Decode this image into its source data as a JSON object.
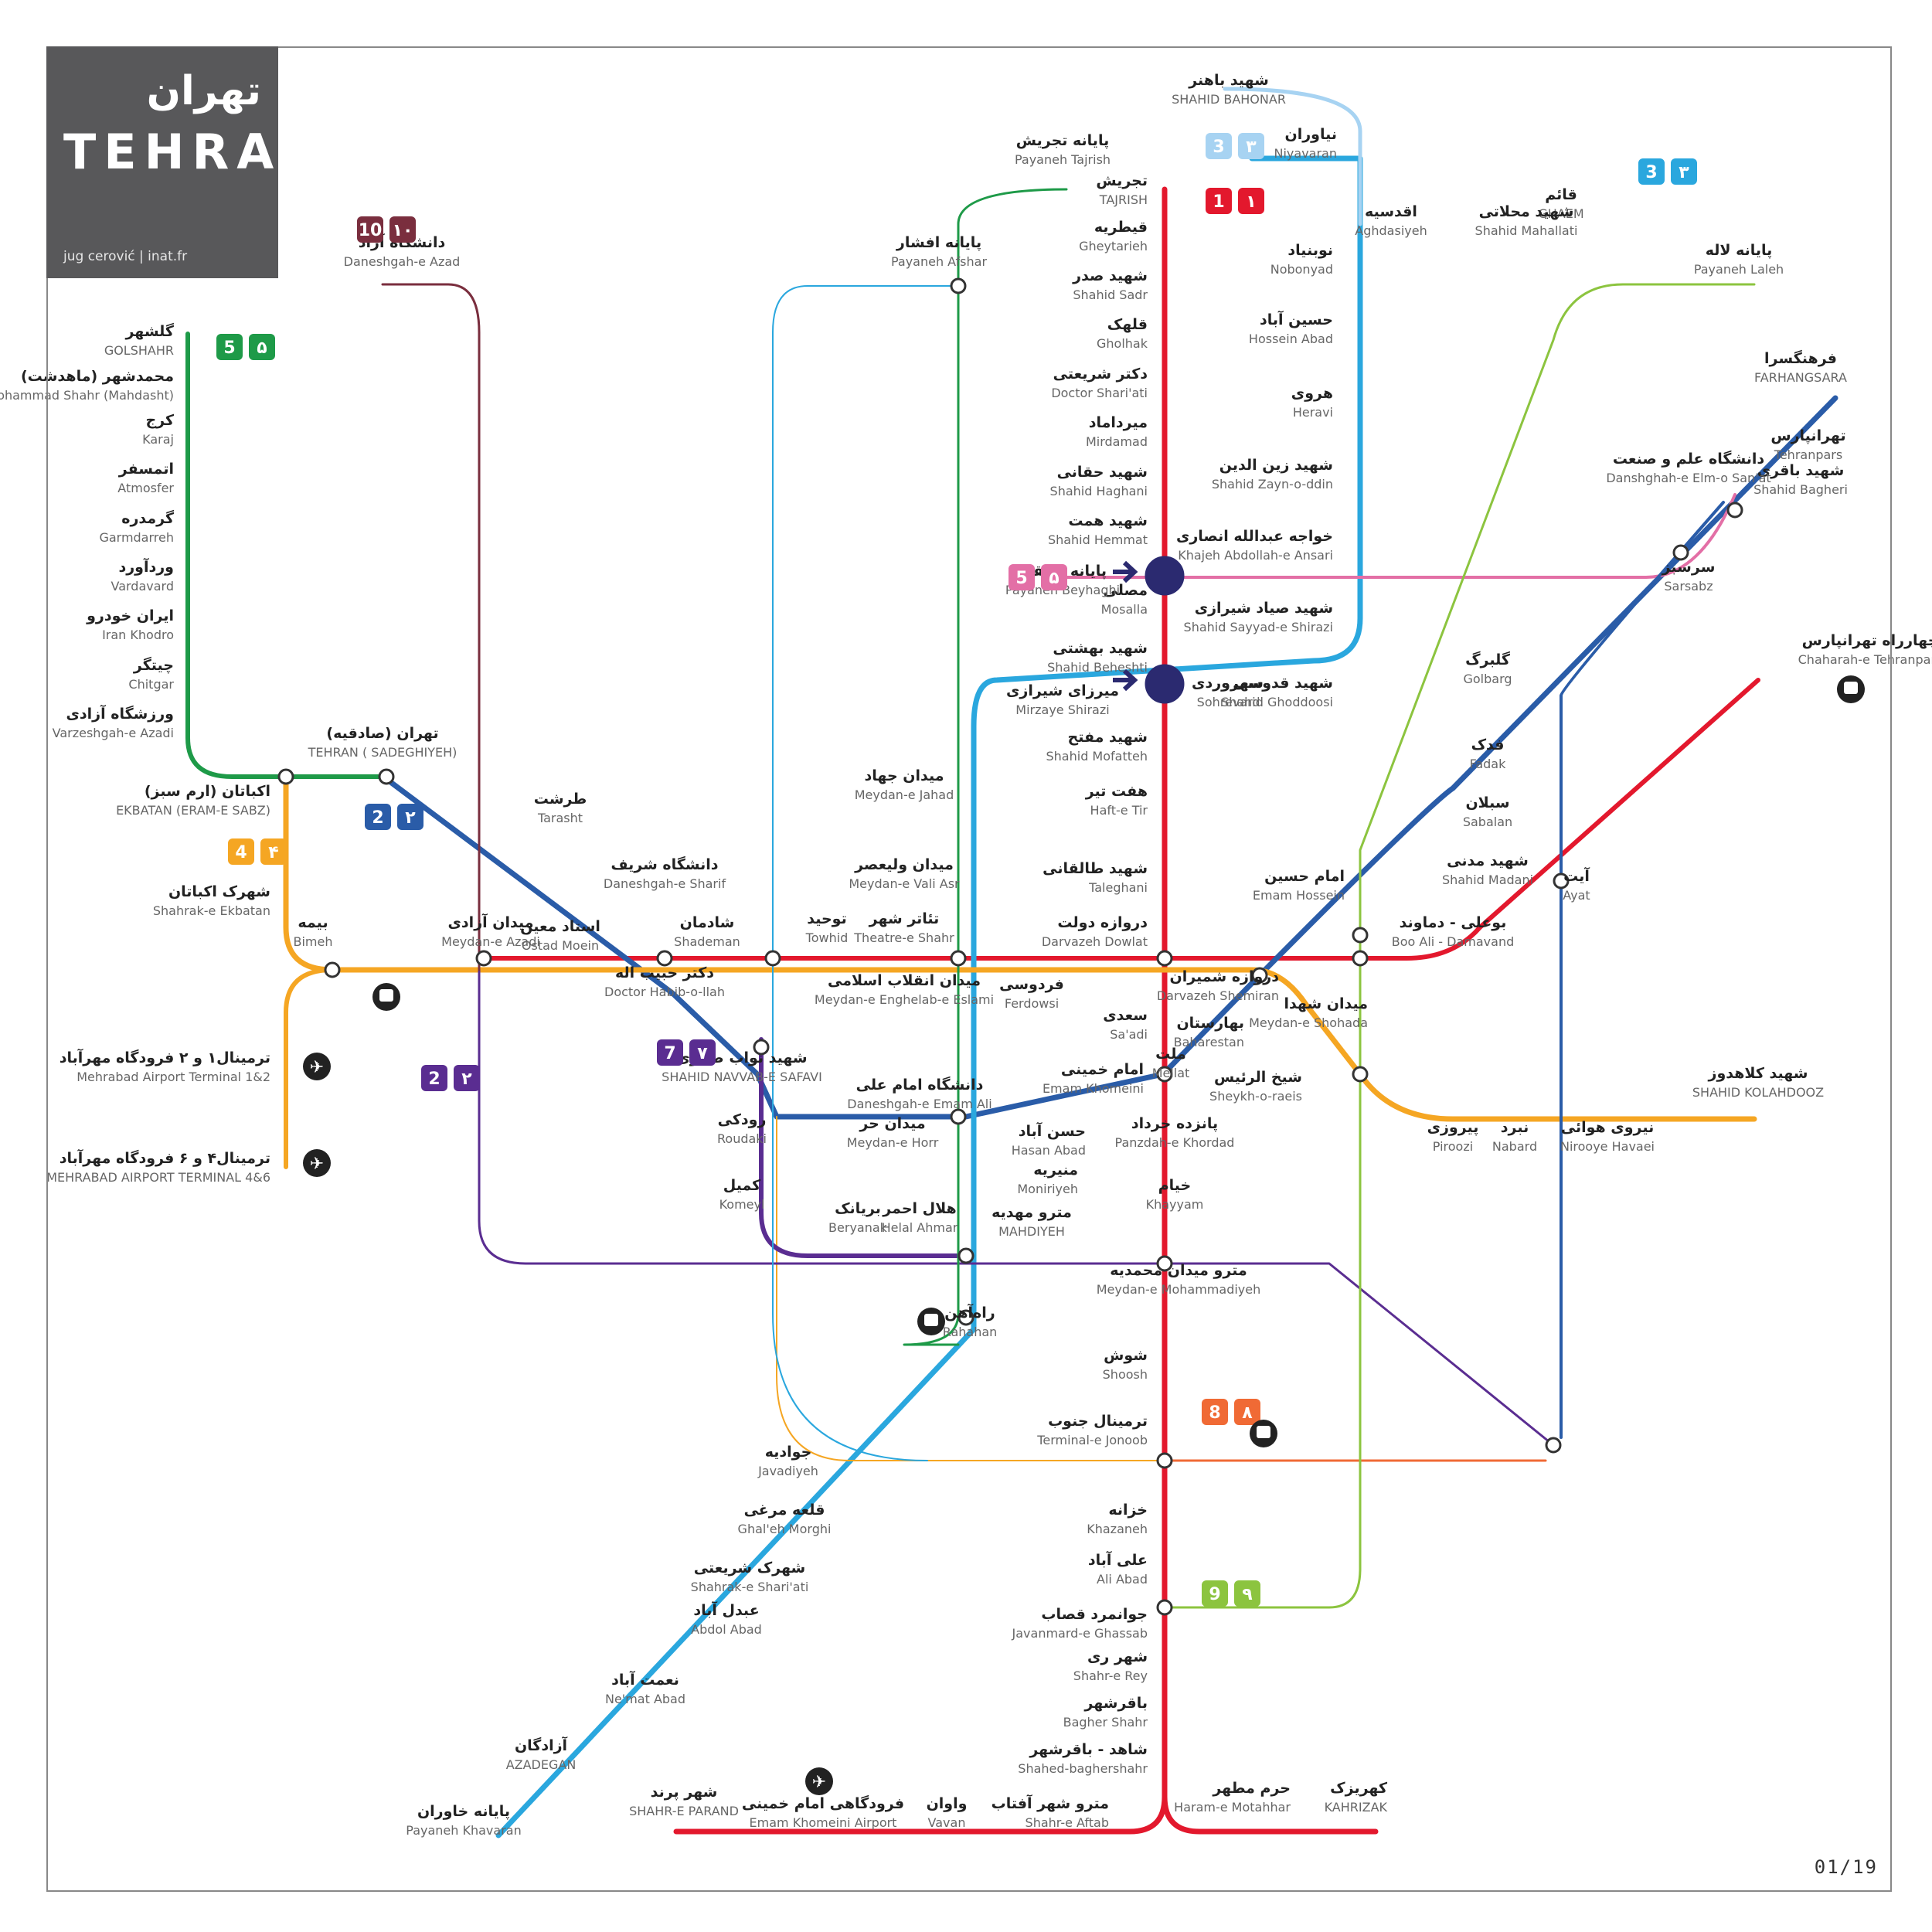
{
  "title": {
    "fa": "تهران",
    "en": "TEHRAN",
    "credit": "jug cerović | inat.fr"
  },
  "map_code": "01/19",
  "colors": {
    "line1": "#e3182d",
    "line2": "#2a5ca8",
    "line3": "#2aa7de",
    "line4": "#f5a623",
    "line5": "#1e9a48",
    "line6": "#e36fa6",
    "line7": "#5a2d91",
    "line8": "#f06a35",
    "line9": "#8cc43f",
    "line10": "#7a2e3e",
    "line3b": "#a7d3f2",
    "nav": "#2b2a70"
  },
  "badges": [
    {
      "num": "1",
      "fa": "۱",
      "line": "line1"
    },
    {
      "num": "2",
      "fa": "۲",
      "line": "line2"
    },
    {
      "num": "3",
      "fa": "۳",
      "line": "line3"
    },
    {
      "num": "4",
      "fa": "۴",
      "line": "line4"
    },
    {
      "num": "5",
      "fa": "۵",
      "line": "line5"
    },
    {
      "num": "5",
      "fa": "۵",
      "line": "line6"
    },
    {
      "num": "7",
      "fa": "۷",
      "line": "line7"
    },
    {
      "num": "8",
      "fa": "۸",
      "line": "line8"
    },
    {
      "num": "9",
      "fa": "۹",
      "line": "line9"
    },
    {
      "num": "10",
      "fa": "۱۰",
      "line": "line10"
    },
    {
      "num": "3",
      "fa": "۳",
      "line": "line3b"
    },
    {
      "num": "2",
      "fa": "۲",
      "line": "line7"
    }
  ],
  "labels": [
    {
      "fa": "تجریش",
      "en": "TAJRISH"
    },
    {
      "fa": "قیطریه",
      "en": "Gheytarieh"
    },
    {
      "fa": "شهید صدر",
      "en": "Shahid Sadr"
    },
    {
      "fa": "قلهک",
      "en": "Gholhak"
    },
    {
      "fa": "دکتر شریعتی",
      "en": "Doctor Shari'ati"
    },
    {
      "fa": "میرداماد",
      "en": "Mirdamad"
    },
    {
      "fa": "شهید حقانی",
      "en": "Shahid Haghani"
    },
    {
      "fa": "شهید همت",
      "en": "Shahid Hemmat"
    },
    {
      "fa": "مصلی",
      "en": "Mosalla"
    },
    {
      "fa": "شهید بهشتی",
      "en": "Shahid Beheshti"
    },
    {
      "fa": "شهید مفتح",
      "en": "Shahid Mofatteh"
    },
    {
      "fa": "هفت تیر",
      "en": "Haft-e Tir"
    },
    {
      "fa": "شهید طالقانی",
      "en": "Taleghani"
    },
    {
      "fa": "دروازه دولت",
      "en": "Darvazeh Dowlat"
    },
    {
      "fa": "سعدی",
      "en": "Sa'adi"
    },
    {
      "fa": "امام خمینی",
      "en": "Emam Khomeini"
    },
    {
      "fa": "پانزده خرداد",
      "en": "Panzdah-e Khordad"
    },
    {
      "fa": "خیام",
      "en": "Khayyam"
    },
    {
      "fa": "مترو میدان محمدیه",
      "en": "Meydan-e Mohammadiyeh"
    },
    {
      "fa": "شوش",
      "en": "Shoosh"
    },
    {
      "fa": "ترمینال جنوب",
      "en": "Terminal-e Jonoob"
    },
    {
      "fa": "خزانه",
      "en": "Khazaneh"
    },
    {
      "fa": "علی آباد",
      "en": "Ali Abad"
    },
    {
      "fa": "جوانمرد قصاب",
      "en": "Javanmard-e Ghassab"
    },
    {
      "fa": "شهر ری",
      "en": "Shahr-e Rey"
    },
    {
      "fa": "باقرشهر",
      "en": "Bagher Shahr"
    },
    {
      "fa": "شاهد - باقرشهر",
      "en": "Shahed-baghershahr"
    },
    {
      "fa": "حرم مطهر",
      "en": "Haram-e Motahhar"
    },
    {
      "fa": "کهریزک",
      "en": "KAHRIZAK"
    },
    {
      "fa": "مترو شهر آفتاب",
      "en": "Shahr-e Aftab"
    },
    {
      "fa": "واوان",
      "en": "Vavan"
    },
    {
      "fa": "فرودگاهی امام خمینی",
      "en": "Emam Khomeini Airport"
    },
    {
      "fa": "شهر پرند",
      "en": "SHAHR-E PARAND"
    },
    {
      "fa": "شهید باهنر",
      "en": "SHAHID BAHONAR"
    },
    {
      "fa": "نیاوران",
      "en": "Niyavaran"
    },
    {
      "fa": "قائم",
      "en": "GHAEM"
    },
    {
      "fa": "شهید محلاتی",
      "en": "Shahid Mahallati"
    },
    {
      "fa": "اقدسیه",
      "en": "Aghdasiyeh"
    },
    {
      "fa": "نوبنیاد",
      "en": "Nobonyad"
    },
    {
      "fa": "حسین آباد",
      "en": "Hossein Abad"
    },
    {
      "fa": "هروی",
      "en": "Heravi"
    },
    {
      "fa": "شهید زین الدین",
      "en": "Shahid Zayn-o-ddin"
    },
    {
      "fa": "خواجه عبدالله انصاری",
      "en": "Khajeh Abdollah-e Ansari"
    },
    {
      "fa": "شهید صیاد شیرازی",
      "en": "Shahid Sayyad-e Shirazi"
    },
    {
      "fa": "شهید قدوسی",
      "en": "Shahid Ghoddoosi"
    },
    {
      "fa": "سهروردی",
      "en": "Sohrevardi"
    },
    {
      "fa": "میرزای شیرازی",
      "en": "Mirzaye Shirazi"
    },
    {
      "fa": "میدان جهاد",
      "en": "Meydan-e Jahad"
    },
    {
      "fa": "میدان ولیعصر",
      "en": "Meydan-e Vali Asr"
    },
    {
      "fa": "تئاتر شهر",
      "en": "Theatre-e Shahr"
    },
    {
      "fa": "میدان انقلاب اسلامی",
      "en": "Meydan-e Enghelab-e Eslami"
    },
    {
      "fa": "توحید",
      "en": "Towhid"
    },
    {
      "fa": "شادمان",
      "en": "Shademan"
    },
    {
      "fa": "دانشگاه شریف",
      "en": "Daneshgah-e Sharif"
    },
    {
      "fa": "طرشت",
      "en": "Tarasht"
    },
    {
      "fa": "تهران (صادقیه)",
      "en": "TEHRAN ( SADEGHIYEH)"
    },
    {
      "fa": "استاد معین",
      "en": "Ostad Moein"
    },
    {
      "fa": "میدان آزادی",
      "en": "Meydan-e Azadi"
    },
    {
      "fa": "بیمه",
      "en": "Bimeh"
    },
    {
      "fa": "دکتر حبیب اله",
      "en": "Doctor Habib-o-llah"
    },
    {
      "fa": "فردوسی",
      "en": "Ferdowsi"
    },
    {
      "fa": "دروازه شمیران",
      "en": "Darvazeh Shemiran"
    },
    {
      "fa": "میدان شهدا",
      "en": "Meydan-e Shohada"
    },
    {
      "fa": "بهارستان",
      "en": "Baharestan"
    },
    {
      "fa": "ملت",
      "en": "Mellat"
    },
    {
      "fa": "شیخ الرئیس",
      "en": "Sheykh-o-raeis"
    },
    {
      "fa": "پیروزی",
      "en": "Piroozi"
    },
    {
      "fa": "نبرد",
      "en": "Nabard"
    },
    {
      "fa": "نیروی هوائی",
      "en": "Nirooye Havaei"
    },
    {
      "fa": "شهید کلاهدوز",
      "en": "SHAHID KOLAHDOOZ"
    },
    {
      "fa": "گلشهر",
      "en": "GOLSHAHR"
    },
    {
      "fa": "محمدشهر (ماهدشت)",
      "en": "Mohammad Shahr (Mahdasht)"
    },
    {
      "fa": "کرج",
      "en": "Karaj"
    },
    {
      "fa": "اتمسفر",
      "en": "Atmosfer"
    },
    {
      "fa": "گرمدره",
      "en": "Garmdarreh"
    },
    {
      "fa": "وردآورد",
      "en": "Vardavard"
    },
    {
      "fa": "ایران خودرو",
      "en": "Iran Khodro"
    },
    {
      "fa": "چیتگر",
      "en": "Chitgar"
    },
    {
      "fa": "ورزشگاه آزادی",
      "en": "Varzeshgah-e Azadi"
    },
    {
      "fa": "اکباتان (ارم سبز)",
      "en": "EKBATAN (ERAM-E SABZ)"
    },
    {
      "fa": "شهرک اکباتان",
      "en": "Shahrak-e Ekbatan"
    },
    {
      "fa": "ترمینال۱ و ۲ فرودگاه مهرآباد",
      "en": "Mehrabad Airport Terminal 1&2"
    },
    {
      "fa": "ترمینال۴ و ۶ فرودگاه مهرآباد",
      "en": "MEHRABAD AIRPORT TERMINAL 4&6"
    },
    {
      "fa": "دانشگاه آزاد",
      "en": "Daneshgah-e Azad"
    },
    {
      "fa": "پایانه تجریش",
      "en": "Payaneh Tajrish"
    },
    {
      "fa": "پایانه افشار",
      "en": "Payaneh Afshar"
    },
    {
      "fa": "پایانه لاله",
      "en": "Payaneh Laleh"
    },
    {
      "fa": "فرهنگسرا",
      "en": "FARHANGSARA"
    },
    {
      "fa": "تهرانپارس",
      "en": "Tehranpars"
    },
    {
      "fa": "شهید باقری",
      "en": "Shahid Bagheri"
    },
    {
      "fa": "دانشگاه علم و صنعت",
      "en": "Danshghah-e Elm-o San'at"
    },
    {
      "fa": "سرسبز",
      "en": "Sarsabz"
    },
    {
      "fa": "گلبرگ",
      "en": "Golbarg"
    },
    {
      "fa": "فدک",
      "en": "Fadak"
    },
    {
      "fa": "سبلان",
      "en": "Sabalan"
    },
    {
      "fa": "شهید مدنی",
      "en": "Shahid Madani"
    },
    {
      "fa": "امام حسین",
      "en": "Emam Hossein"
    },
    {
      "fa": "بوعلی - دماوند",
      "en": "Boo Ali - Damavand"
    },
    {
      "fa": "آیت",
      "en": "Ayat"
    },
    {
      "fa": "چهارراه تهرانپارس",
      "en": "Chaharah-e Tehranpars"
    },
    {
      "fa": "پایانه بیهقی",
      "en": "Payaneh Beyhaghi"
    },
    {
      "fa": "شهید نواب صفوی",
      "en": "SHAHID NAVVAB-E SAFAVI"
    },
    {
      "fa": "دانشگاه امام علی",
      "en": "Daneshgah-e Emam Ali"
    },
    {
      "fa": "میدان حر",
      "en": "Meydan-e Horr"
    },
    {
      "fa": "رودکی",
      "en": "Roudaki"
    },
    {
      "fa": "کمیل",
      "en": "Komeyl"
    },
    {
      "fa": "بریانک",
      "en": "Beryanak"
    },
    {
      "fa": "هلال احمر",
      "en": "Helal Ahmar"
    },
    {
      "fa": "مترو مهدیه",
      "en": "MAHDIYEH"
    },
    {
      "fa": "حسن آباد",
      "en": "Hasan Abad"
    },
    {
      "fa": "منیریه",
      "en": "Moniriyeh"
    },
    {
      "fa": "راه‌آهن",
      "en": "Rahahan"
    },
    {
      "fa": "جوادیه",
      "en": "Javadiyeh"
    },
    {
      "fa": "قلعه مرغی",
      "en": "Ghal'eh Morghi"
    },
    {
      "fa": "شهرک شریعتی",
      "en": "Shahrak-e Shari'ati"
    },
    {
      "fa": "عبدل آباد",
      "en": "Abdol Abad"
    },
    {
      "fa": "نعمت آباد",
      "en": "Ne'mat Abad"
    },
    {
      "fa": "آزادگان",
      "en": "AZADEGAN"
    },
    {
      "fa": "پایانه خاوران",
      "en": "Payaneh Khavaran"
    }
  ]
}
